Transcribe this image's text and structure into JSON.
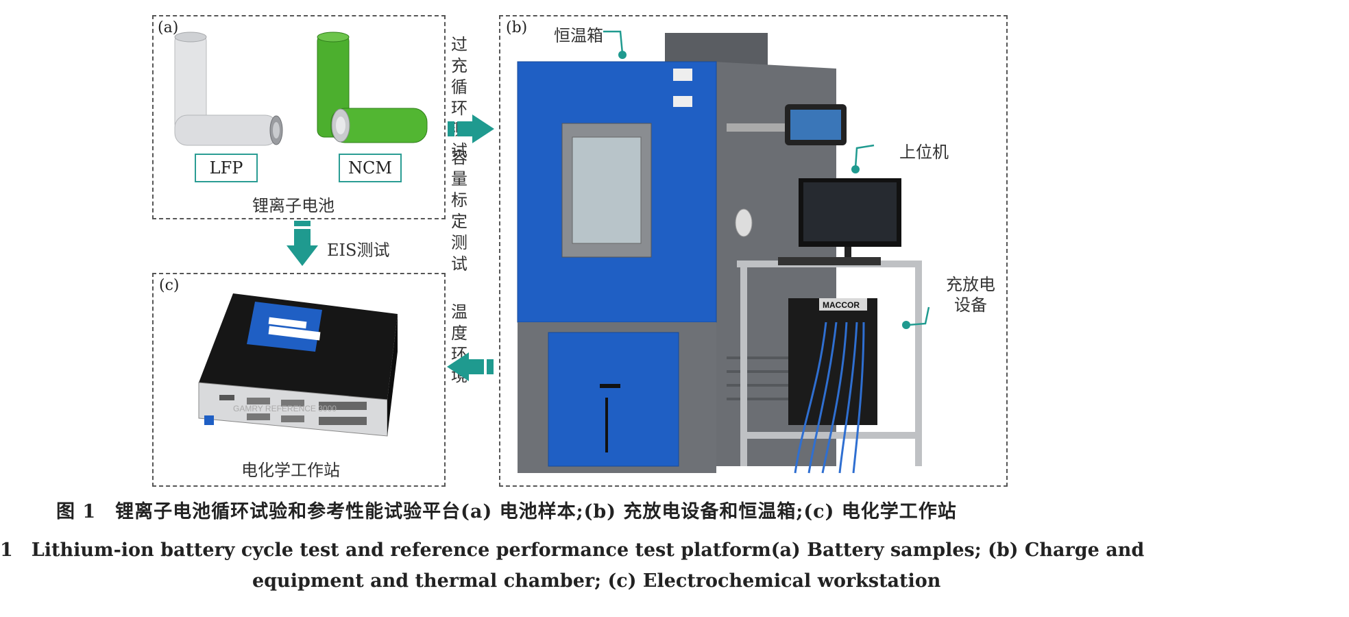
{
  "panel_a": {
    "label": "(a)",
    "battery_left_tag": "LFP",
    "battery_right_tag": "NCM",
    "caption": "锂离子电池"
  },
  "panel_b": {
    "label": "(b)",
    "thermal_chamber": "恒温箱",
    "host_computer": "上位机",
    "charge_equipment": "充放电\n设备",
    "cycler_brand": "MACCOR"
  },
  "panel_c": {
    "label": "(c)",
    "caption": "电化学工作站",
    "device_text": "GAMRY REFERENCE 3000"
  },
  "arrows": {
    "top_right_upper": "过充\n循环\n测试",
    "top_right_lower": "容量\n标定\n测试",
    "down": "EIS测试",
    "bottom_left": "温度\n环境"
  },
  "colors": {
    "accent_teal": "#1f9a8f",
    "chamber_blue": "#1f5fc4",
    "chamber_gray": "#5f6368",
    "battery_green": "#4caf2e",
    "battery_white": "#dcdde0"
  },
  "caption": {
    "cn": "图 1　锂离子电池循环试验和参考性能试验平台(a) 电池样本;(b) 充放电设备和恒温箱;(c) 电化学工作站",
    "en_line1": "1　Lithium-ion battery cycle test and reference performance test platform(a) Battery samples; (b) Charge and",
    "en_line2": "equipment and thermal chamber; (c) Electrochemical workstation"
  }
}
